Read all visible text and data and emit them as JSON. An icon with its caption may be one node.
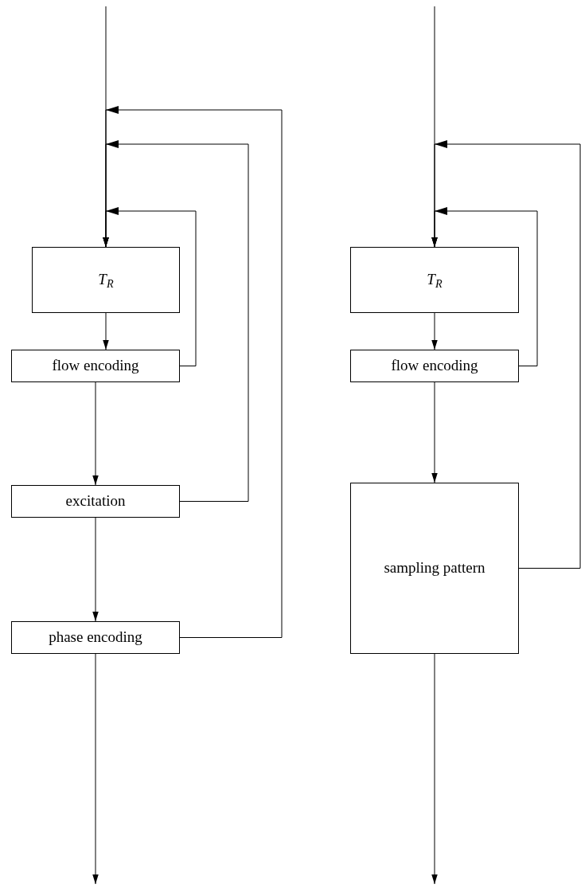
{
  "diagram": {
    "nodes": [
      {
        "text": [
          "T$_{R}$"
        ]
      },
      {
        "text": [
          "flow encoding"
        ]
      },
      {
        "text": [
          "excitation"
        ]
      },
      {
        "text": [
          "phase encoding"
        ]
      },
      {
        "text": [
          "T$_{R}$"
        ]
      },
      {
        "text": [
          "flow encoding"
        ]
      },
      {
        "text": [
          "sampling pattern"
        ]
      }
    ],
    "edges": [
      {
        "from": null,
        "to": 0,
        "arrow": "to"
      },
      {
        "from": 0,
        "to": 1,
        "arrow": "to"
      },
      {
        "from": 1,
        "to": 2,
        "arrow": "to"
      },
      {
        "from": 2,
        "to": 3,
        "arrow": "to"
      },
      {
        "from": 3,
        "to": null,
        "arrow": "to"
      },
      {
        "from": 1,
        "to": 0,
        "arrow": "to"
      },
      {
        "from": 2,
        "to": 0,
        "arrow": "to"
      },
      {
        "from": 3,
        "to": 0,
        "arrow": "to"
      },
      {
        "from": null,
        "to": 4,
        "arrow": "to"
      },
      {
        "from": 4,
        "to": 5,
        "arrow": "to"
      },
      {
        "from": 5,
        "to": 6,
        "arrow": "to"
      },
      {
        "from": 6,
        "to": null,
        "arrow": "to"
      },
      {
        "from": 5,
        "to": 4,
        "arrow": "to"
      },
      {
        "from": 6,
        "to": 4,
        "arrow": "to"
      }
    ]
  }
}
